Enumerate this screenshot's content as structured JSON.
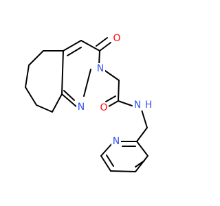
{
  "diagram": {
    "type": "chemical-structure",
    "atom_labels": {
      "carbonyl_oxygen_ring": "O",
      "ring_nitrogen_1": "N",
      "ring_nitrogen_2": "N",
      "amide_oxygen": "O",
      "amide_nitrogen": "N",
      "amide_hydrogen": "H",
      "pyridine_nitrogen": "N"
    },
    "colors": {
      "bond": "#000000",
      "oxygen": "#ff0d0d",
      "nitrogen": "#3050f8",
      "hydrogen": "#3050f8"
    }
  }
}
